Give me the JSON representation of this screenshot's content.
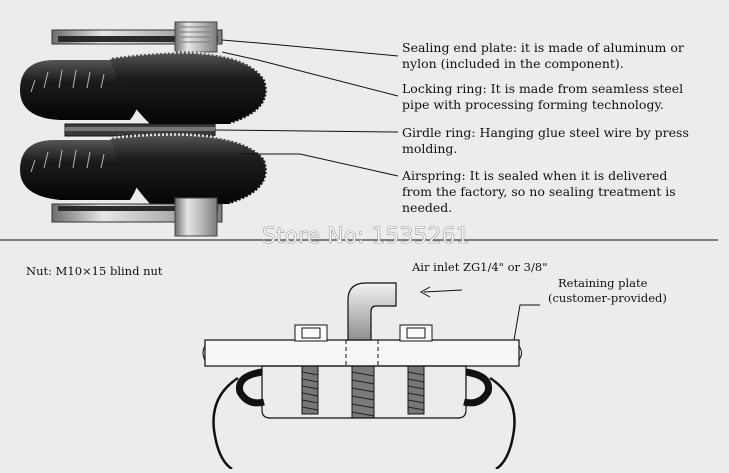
{
  "top_labels": [
    {
      "lines": [
        "Sealing end plate: it is made of aluminum or",
        "nylon (included in the component)."
      ]
    },
    {
      "lines": [
        "Locking ring: It is made from seamless steel",
        "pipe with processing forming technology."
      ]
    },
    {
      "lines": [
        "Girdle ring: Hanging glue steel wire by press",
        "molding."
      ]
    },
    {
      "lines": [
        "Airspring: It is sealed when it is delivered",
        "from the factory, so no sealing treatment is",
        "needed."
      ]
    }
  ],
  "watermark": "Store No: 1535261",
  "bottom": {
    "nut_label": "Nut: M10×15 blind nut",
    "air_inlet": "Air inlet ZG1/4\" or 3/8\"",
    "retaining_plate": [
      "Retaining plate",
      "(customer-provided)"
    ]
  }
}
